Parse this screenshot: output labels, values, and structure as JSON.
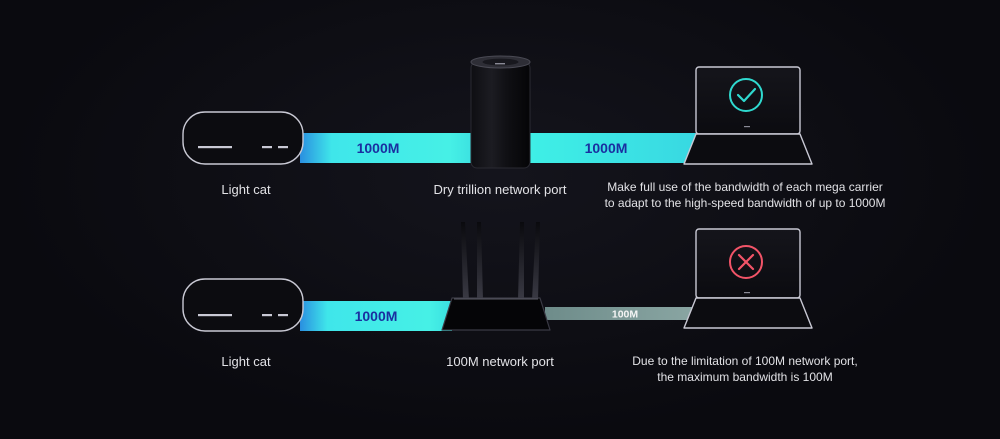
{
  "colors": {
    "background": "#0a0a0f",
    "fast_link": "#40e8e8",
    "fast_link_text": "#1a2fa0",
    "slow_link": "#7e9a98",
    "slow_link_text": "#f4f4f4",
    "device_outline": "#c9c9d4",
    "success": "#2fd9cf",
    "error": "#f25468"
  },
  "rows": [
    {
      "source_label": "Light cat",
      "router_label": "Dry trillion network port",
      "link_in_label": "1000M",
      "link_out_label": "1000M",
      "status_icon": "check-circle-icon",
      "result_caption": [
        "Make full use of the bandwidth of each mega carrier",
        "to adapt to the high-speed bandwidth of up to 1000M"
      ]
    },
    {
      "source_label": "Light cat",
      "router_label": "100M network port",
      "link_in_label": "1000M",
      "link_out_label": "100M",
      "status_icon": "x-circle-icon",
      "result_caption": [
        "Due to the limitation of 100M network port,",
        "the maximum bandwidth is 100M"
      ]
    }
  ]
}
